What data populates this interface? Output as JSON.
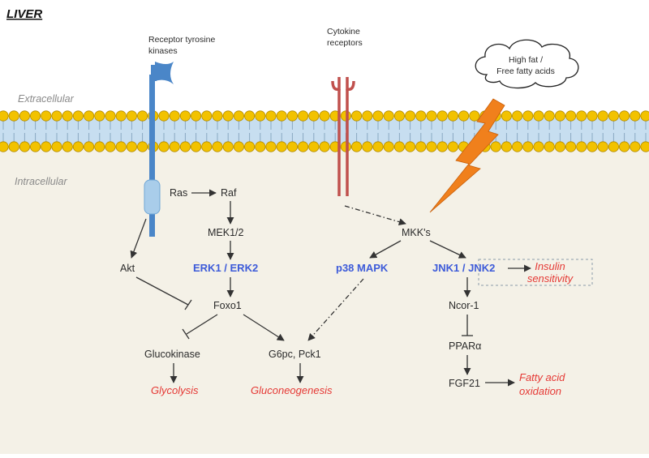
{
  "title": "LIVER",
  "regions": {
    "extracellular": "Extracellular",
    "intracellular": "Intracellular"
  },
  "receptors": {
    "rtk": {
      "line1": "Receptor tyrosine",
      "line2": "kinases"
    },
    "cytokine": {
      "line1": "Cytokine",
      "line2": "receptors"
    }
  },
  "cloud": {
    "line1": "High fat /",
    "line2": "Free fatty acids"
  },
  "nodes": {
    "ras": "Ras",
    "raf": "Raf",
    "mek": "MEK1/2",
    "erk": "ERK1 / ERK2",
    "akt": "Akt",
    "foxo1": "Foxo1",
    "glucokinase": "Glucokinase",
    "g6pc": "G6pc, Pck1",
    "mkks": "MKK's",
    "p38": "p38 MAPK",
    "jnk": "JNK1 / JNK2",
    "ncor": "Ncor-1",
    "ppar": "PPARα",
    "fgf21": "FGF21"
  },
  "outcomes": {
    "glycolysis": "Glycolysis",
    "gluconeogenesis": "Gluconeogenesis",
    "insulin_line1": "Insulin",
    "insulin_line2": "sensitivity",
    "fatty_line1": "Fatty acid",
    "fatty_line2": "oxidation"
  },
  "colors": {
    "membrane_head": "#f2c200",
    "membrane_stroke": "#b08a00",
    "membrane_band": "#c7def0",
    "receptor_blue": "#4a86c8",
    "receptor_red": "#c0504d",
    "lightning": "#f0801c",
    "text_blue": "#3d5bd9",
    "text_red": "#e53935",
    "intracellular_bg": "#f4f1e7"
  }
}
